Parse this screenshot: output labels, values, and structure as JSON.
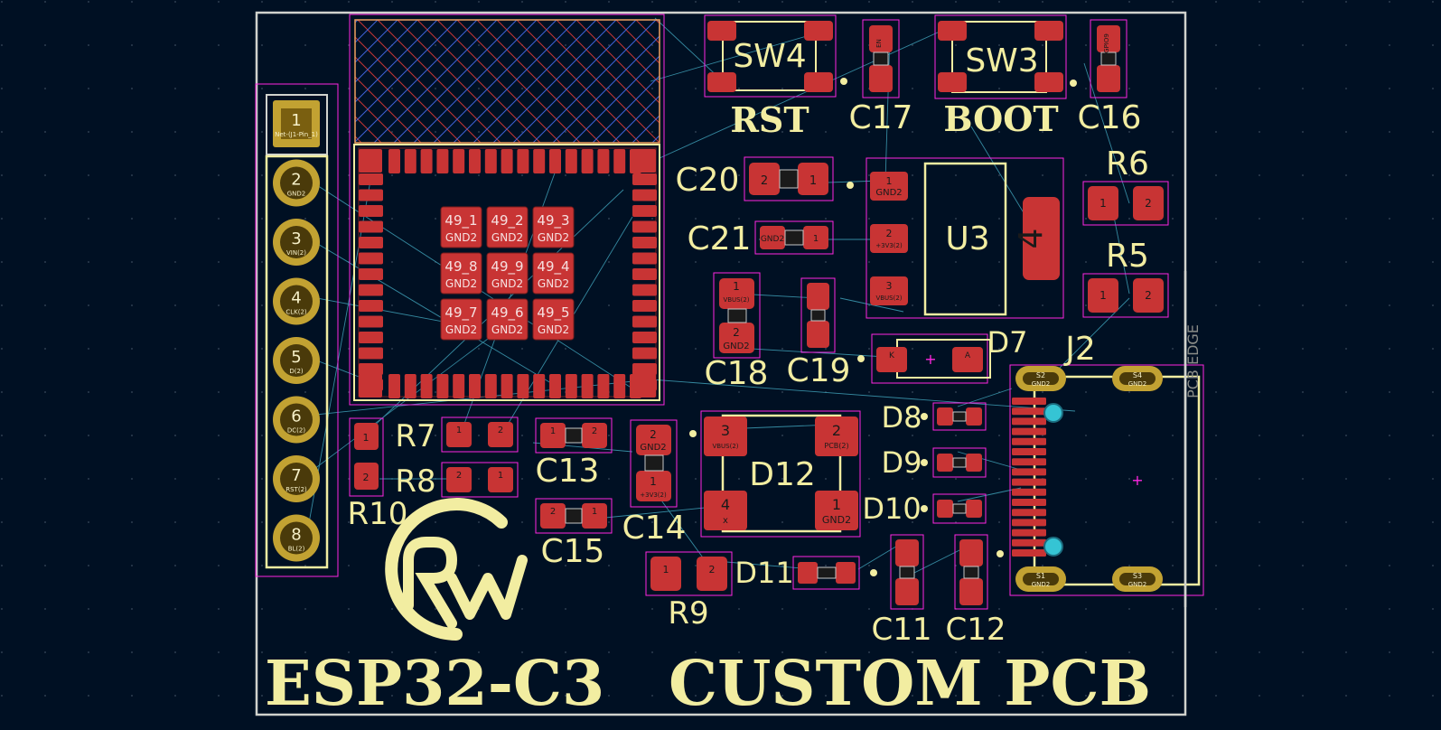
{
  "colors": {
    "background": "#001023",
    "board_edge": "#d0d2cd",
    "silkscreen": "#f2eda1",
    "pad": "#c83434",
    "pad_dark": "#7a1d1d",
    "courtyard": "#ff26e2",
    "ratsnest": "#3f9fb6",
    "tht_ring": "#c2a232",
    "via": "#35c4d4",
    "keepout": "#3f62d6"
  },
  "title": {
    "left": "ESP32-C3",
    "right": "CUSTOM PCB"
  },
  "header": {
    "pins": [
      "1",
      "2",
      "3",
      "4",
      "5",
      "6",
      "7",
      "8"
    ],
    "net_labels": [
      "Net-(J1-Pin_1)",
      "GND2",
      "VIN(2)",
      "CLK(2)",
      "D(2)",
      "DC(2)",
      "RST(2)",
      "BL(2)"
    ]
  },
  "module": {
    "thermal_pads": [
      {
        "name": "49_1",
        "net": "GND2"
      },
      {
        "name": "49_2",
        "net": "GND2"
      },
      {
        "name": "49_3",
        "net": "GND2"
      },
      {
        "name": "49_8",
        "net": "GND2"
      },
      {
        "name": "49_9",
        "net": "GND2"
      },
      {
        "name": "49_4",
        "net": "GND2"
      },
      {
        "name": "49_7",
        "net": "GND2"
      },
      {
        "name": "49_6",
        "net": "GND2"
      },
      {
        "name": "49_5",
        "net": "GND2"
      }
    ]
  },
  "refs": {
    "SW4": "SW4",
    "RST": "RST",
    "C17": "C17",
    "SW3": "SW3",
    "BOOT": "BOOT",
    "C16": "C16",
    "C20": "C20",
    "C21": "C21",
    "U3": "U3",
    "U3_tab": "4",
    "R6": "R6",
    "R5": "R5",
    "C18": "C18",
    "C19": "C19",
    "D7": "D7",
    "J2": "J2",
    "pcb_edge": "PCB EDGE",
    "R7": "R7",
    "R8": "R8",
    "C13": "C13",
    "C14": "C14",
    "D12": "D12",
    "C15": "C15",
    "R9": "R9",
    "R10": "R10",
    "D8": "D8",
    "D9": "D9",
    "D10": "D10",
    "D11": "D11",
    "C11": "C11",
    "C12": "C12"
  },
  "pad_labels": {
    "c20": [
      "2",
      "1"
    ],
    "c21": [
      "GND2",
      "1"
    ],
    "u3": [
      {
        "n": "1",
        "net": "GND2"
      },
      {
        "n": "2",
        "net": "+3V3(2)"
      },
      {
        "n": "3",
        "net": "VBUS(2)"
      }
    ],
    "c18": [
      {
        "n": "1",
        "net": "VBUS(2)"
      },
      {
        "n": "2",
        "net": "GND2"
      }
    ],
    "d7": [
      "K",
      "A"
    ],
    "d12": [
      {
        "n": "3",
        "net": "VBUS(2)"
      },
      {
        "n": "2",
        "net": "PCB(2)"
      },
      {
        "n": "4",
        "net": "x"
      },
      {
        "n": "1",
        "net": "GND2"
      }
    ],
    "c14": [
      {
        "n": "2",
        "net": "GND2"
      },
      {
        "n": "1",
        "net": "+3V3(2)"
      }
    ],
    "j2_shield": [
      "S2",
      "S4",
      "S1",
      "S3"
    ],
    "shield_net": "GND2",
    "r7": [
      "1",
      "2"
    ],
    "r8": [
      "2",
      "1"
    ],
    "r10": [
      "1",
      "2"
    ],
    "c13": [
      "1",
      "2"
    ],
    "c15": [
      "2",
      "1"
    ],
    "r9": [
      "1",
      "2"
    ],
    "r5": [
      "1",
      "2"
    ],
    "r6": [
      "1",
      "2"
    ],
    "c16": "GPIO9",
    "c17": "EN"
  }
}
